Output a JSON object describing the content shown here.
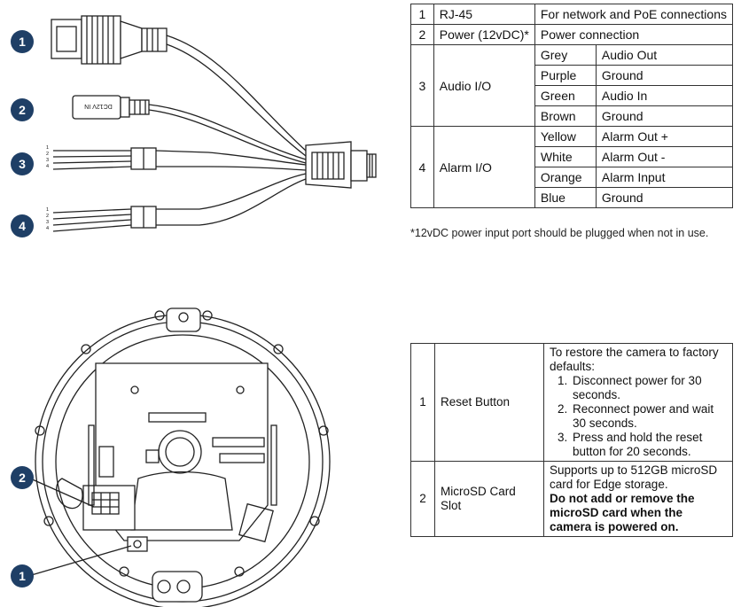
{
  "callouts": {
    "cable": [
      "1",
      "2",
      "3",
      "4"
    ],
    "dome": [
      "2",
      "1"
    ]
  },
  "connector_labels": {
    "power_jack": "DC12V IN",
    "wire_numbers_3": [
      "1",
      "2",
      "3",
      "4"
    ],
    "wire_numbers_4": [
      "1",
      "2",
      "3",
      "4"
    ]
  },
  "cable_table": {
    "rows": [
      {
        "num": "1",
        "name": "RJ-45",
        "desc": "For network and PoE connections"
      },
      {
        "num": "2",
        "name": "Power (12vDC)*",
        "desc": "Power connection"
      },
      {
        "num": "3",
        "name": "Audio I/O",
        "wires": [
          {
            "color": "Grey",
            "function": "Audio Out"
          },
          {
            "color": "Purple",
            "function": "Ground"
          },
          {
            "color": "Green",
            "function": "Audio In"
          },
          {
            "color": "Brown",
            "function": "Ground"
          }
        ]
      },
      {
        "num": "4",
        "name": "Alarm I/O",
        "wires": [
          {
            "color": "Yellow",
            "function": "Alarm Out +"
          },
          {
            "color": "White",
            "function": "Alarm Out -"
          },
          {
            "color": "Orange",
            "function": "Alarm Input"
          },
          {
            "color": "Blue",
            "function": "Ground"
          }
        ]
      }
    ],
    "footnote": "*12vDC power input port should be plugged when not in use."
  },
  "dome_table": {
    "rows": [
      {
        "num": "1",
        "name": "Reset Button",
        "intro": "To restore the camera to factory defaults:",
        "steps": [
          "Disconnect power for 30 seconds.",
          "Reconnect power and wait 30 seconds.",
          "Press and hold the reset button for 20 seconds."
        ]
      },
      {
        "num": "2",
        "name": "MicroSD Card Slot",
        "desc": "Supports up to 512GB microSD card for Edge storage.",
        "warning": "Do not add or remove the microSD card when the camera is powered on."
      }
    ]
  },
  "colors": {
    "callout_fill": "#1f3f66",
    "line": "#222222"
  }
}
